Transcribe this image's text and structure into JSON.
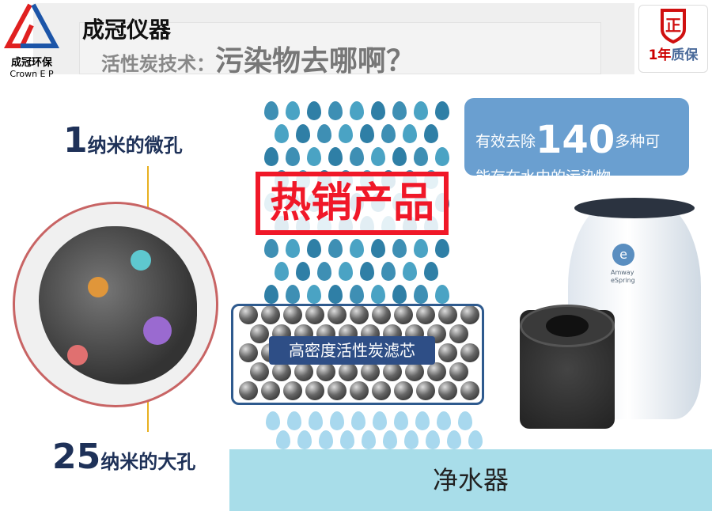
{
  "header": {
    "logo_text": "成冠环保",
    "logo_sub": "Crown E P",
    "brand": "成冠仪器",
    "subtitle_prefix": "活性炭技术：",
    "subtitle_main": "污染物去哪啊？"
  },
  "badge": {
    "icon": "正",
    "year": "1年",
    "label": "质保"
  },
  "micro": {
    "num": "1",
    "text": "纳米的微孔"
  },
  "macro": {
    "num": "25",
    "text": "纳米的大孔"
  },
  "callout": {
    "pre": "有效去除",
    "num": "140",
    "post": "多种可",
    "line2": "能存在水中的污染物"
  },
  "watermark": "热销产品",
  "filter_label": "高密度活性炭滤芯",
  "device": {
    "brand": "Amway",
    "model": "eSpring"
  },
  "footer": "净水器",
  "colors": {
    "accent": "#2e4e86",
    "hot": "#f01828",
    "footer": "#a8dde9"
  }
}
